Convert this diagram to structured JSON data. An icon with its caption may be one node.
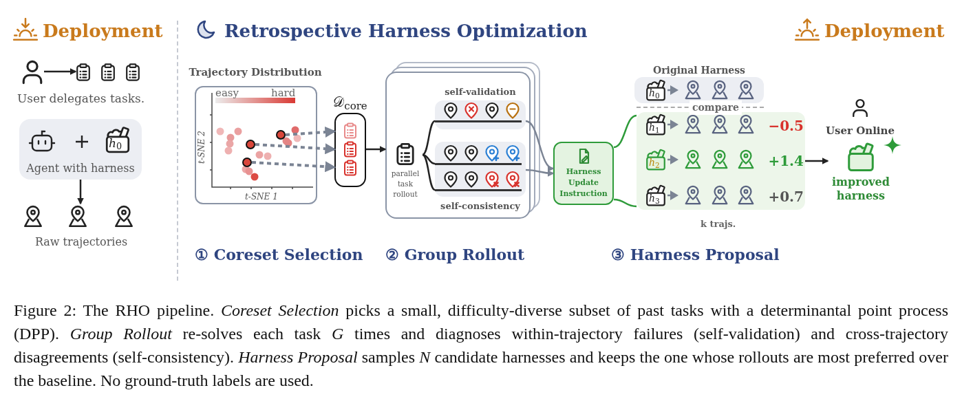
{
  "diagram": {
    "title": "Retrospective Harness Optimization",
    "caption": "Figure 2: The RHO pipeline. *Coreset Selection* picks a small, difficulty-diverse subset of past tasks with a determinantal point process (DPP). *Group Rollout* re-solves each task *G* times and diagnoses within-trajectory failures (self-validation) and cross-trajectory disagreements (self-consistency). *Harness Proposal* samples *N* candidate harnesses and keeps the one whose rollouts are most preferred over the baseline. No ground-truth labels are used.",
    "nodes": [
      {
        "text": [],
        "shape": "person"
      },
      {
        "text": [],
        "shape": "clipboard"
      },
      {
        "text": [
          "Agent with harness"
        ]
      },
      {
        "text": [
          "Raw trajectories"
        ]
      },
      {
        "text": [
          "Trajectory Distribution"
        ]
      },
      {
        "text": [],
        "shape": "circle",
        "in": 4
      },
      {
        "text": [],
        "shape": "circle",
        "in": 4
      },
      {
        "text": [],
        "shape": "circle",
        "in": 4
      },
      {
        "text": [
          "𝒟$_{core}$"
        ]
      },
      {
        "text": [],
        "shape": "box"
      },
      {
        "text": [
          "parallel task rollout"
        ],
        "in": 9
      },
      {
        "text": [
          "self-validation"
        ],
        "in": 9
      },
      {
        "text": [
          "self-consistency"
        ],
        "in": 9
      },
      {
        "text": [
          "Harness Update Instruction"
        ]
      },
      {
        "text": [
          "Original Harness"
        ]
      },
      {
        "text": [],
        "shape": "box"
      },
      {
        "text": [
          "improved harness"
        ]
      }
    ],
    "edges": [
      {
        "from": 0,
        "to": 1,
        "arrow": "to"
      },
      {
        "from": 2,
        "to": 3,
        "arrow": "to"
      },
      {
        "from": 5,
        "to": 8,
        "arrow": "to",
        "style": "dashed",
        "color": "#7b8494"
      },
      {
        "from": 6,
        "to": 8,
        "arrow": "to",
        "style": "dashed",
        "color": "#7b8494"
      },
      {
        "from": 7,
        "to": 8,
        "arrow": "to",
        "style": "dashed",
        "color": "#7b8494"
      },
      {
        "from": 8,
        "to": 9,
        "arrow": "to"
      },
      {
        "from": 10,
        "to": 11,
        "arrow": "none"
      },
      {
        "from": 10,
        "to": 12,
        "arrow": "none"
      },
      {
        "from": 10,
        "to": 12,
        "arrow": "none"
      },
      {
        "from": 11,
        "to": 13,
        "arrow": "to",
        "color": "#7b8494"
      },
      {
        "from": 12,
        "to": 13,
        "arrow": "to",
        "color": "#7b8494"
      },
      {
        "from": 13,
        "to": 15,
        "arrow": "none",
        "color": "#2e9b3a"
      },
      {
        "from": 13,
        "to": 15,
        "arrow": "none",
        "color": "#2e9b3a"
      },
      {
        "from": 15,
        "to": 16,
        "arrow": "to"
      }
    ],
    "labels": [
      "Deployment",
      "Deployment",
      "User delegates tasks.",
      "*h*$_{0}$",
      "easy",
      "hard",
      "t-SNE 2",
      "t-SNE 1",
      "*h*$_{0}$",
      "compare",
      "*h*$_{1}$",
      "−0.5",
      "User Online",
      "*h*$_{2}$",
      "+1.4",
      "*h*$_{3}$",
      "+0.7",
      "k trajs.",
      "① Coreset Selection",
      "② Group Rollout",
      "③ Harness Proposal"
    ]
  }
}
